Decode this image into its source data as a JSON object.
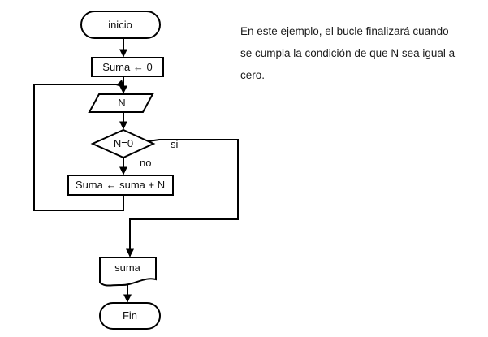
{
  "diagram": {
    "nodes": {
      "start": {
        "label": "inicio"
      },
      "init": {
        "label": "Suma ← 0"
      },
      "input": {
        "label": "N"
      },
      "decision": {
        "label": "N=0"
      },
      "accumulate": {
        "label": "Suma ← suma + N"
      },
      "output": {
        "label": "suma"
      },
      "end": {
        "label": "Fin"
      }
    },
    "edge_labels": {
      "yes": "si",
      "no": "no"
    }
  },
  "annotation": {
    "lines": [
      "En este ejemplo, el bucle finalizará cuando",
      "se cumpla la condición de que N sea igual a",
      "cero."
    ]
  },
  "colors": {
    "stroke": "#000000",
    "background": "#ffffff",
    "text": "#1b1b1b"
  }
}
